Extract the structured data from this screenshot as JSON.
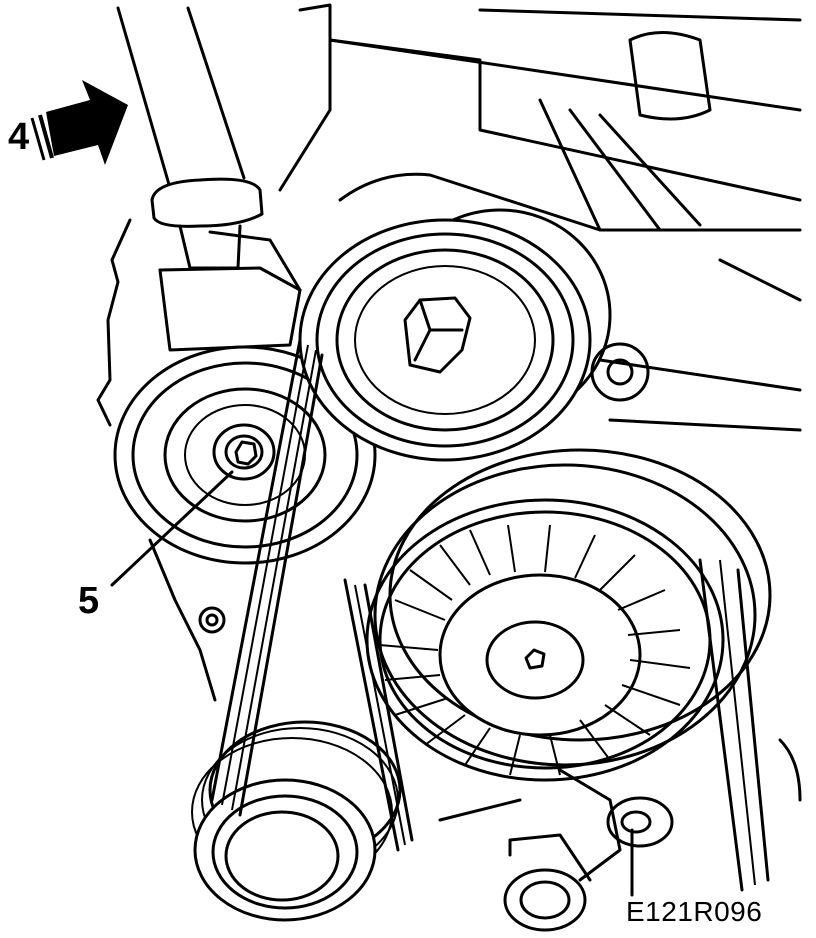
{
  "diagram": {
    "callouts": {
      "tool_direction": "4",
      "tensioner_bolt": "5"
    },
    "figure_code": "E121R096",
    "line_color": "#000000",
    "background_color": "#ffffff"
  }
}
